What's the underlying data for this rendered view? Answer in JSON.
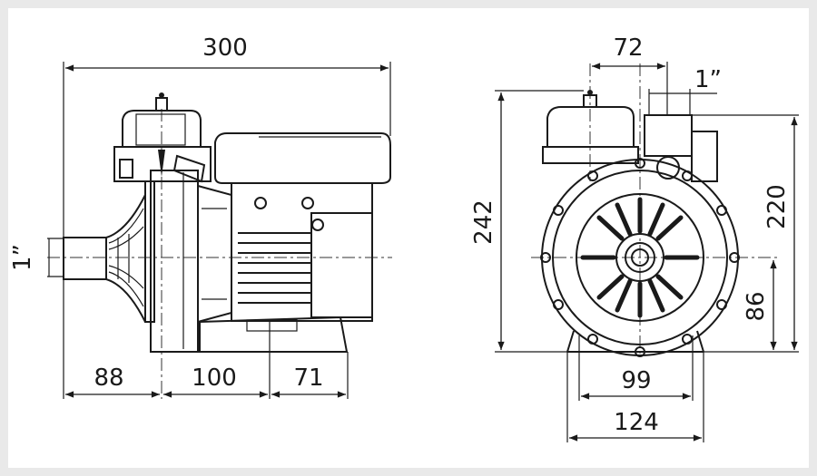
{
  "side_view": {
    "overall_length": "300",
    "inlet_size": "1”",
    "inlet_to_pump_axis": "88",
    "pump_axis_to_foot": "100",
    "foot_to_end": "71"
  },
  "front_view": {
    "axis_offset": "72",
    "outlet_size": "1”",
    "total_height": "242",
    "outlet_height": "220",
    "axis_height": "86",
    "foot_inner_width": "99",
    "foot_outer_width": "124"
  }
}
